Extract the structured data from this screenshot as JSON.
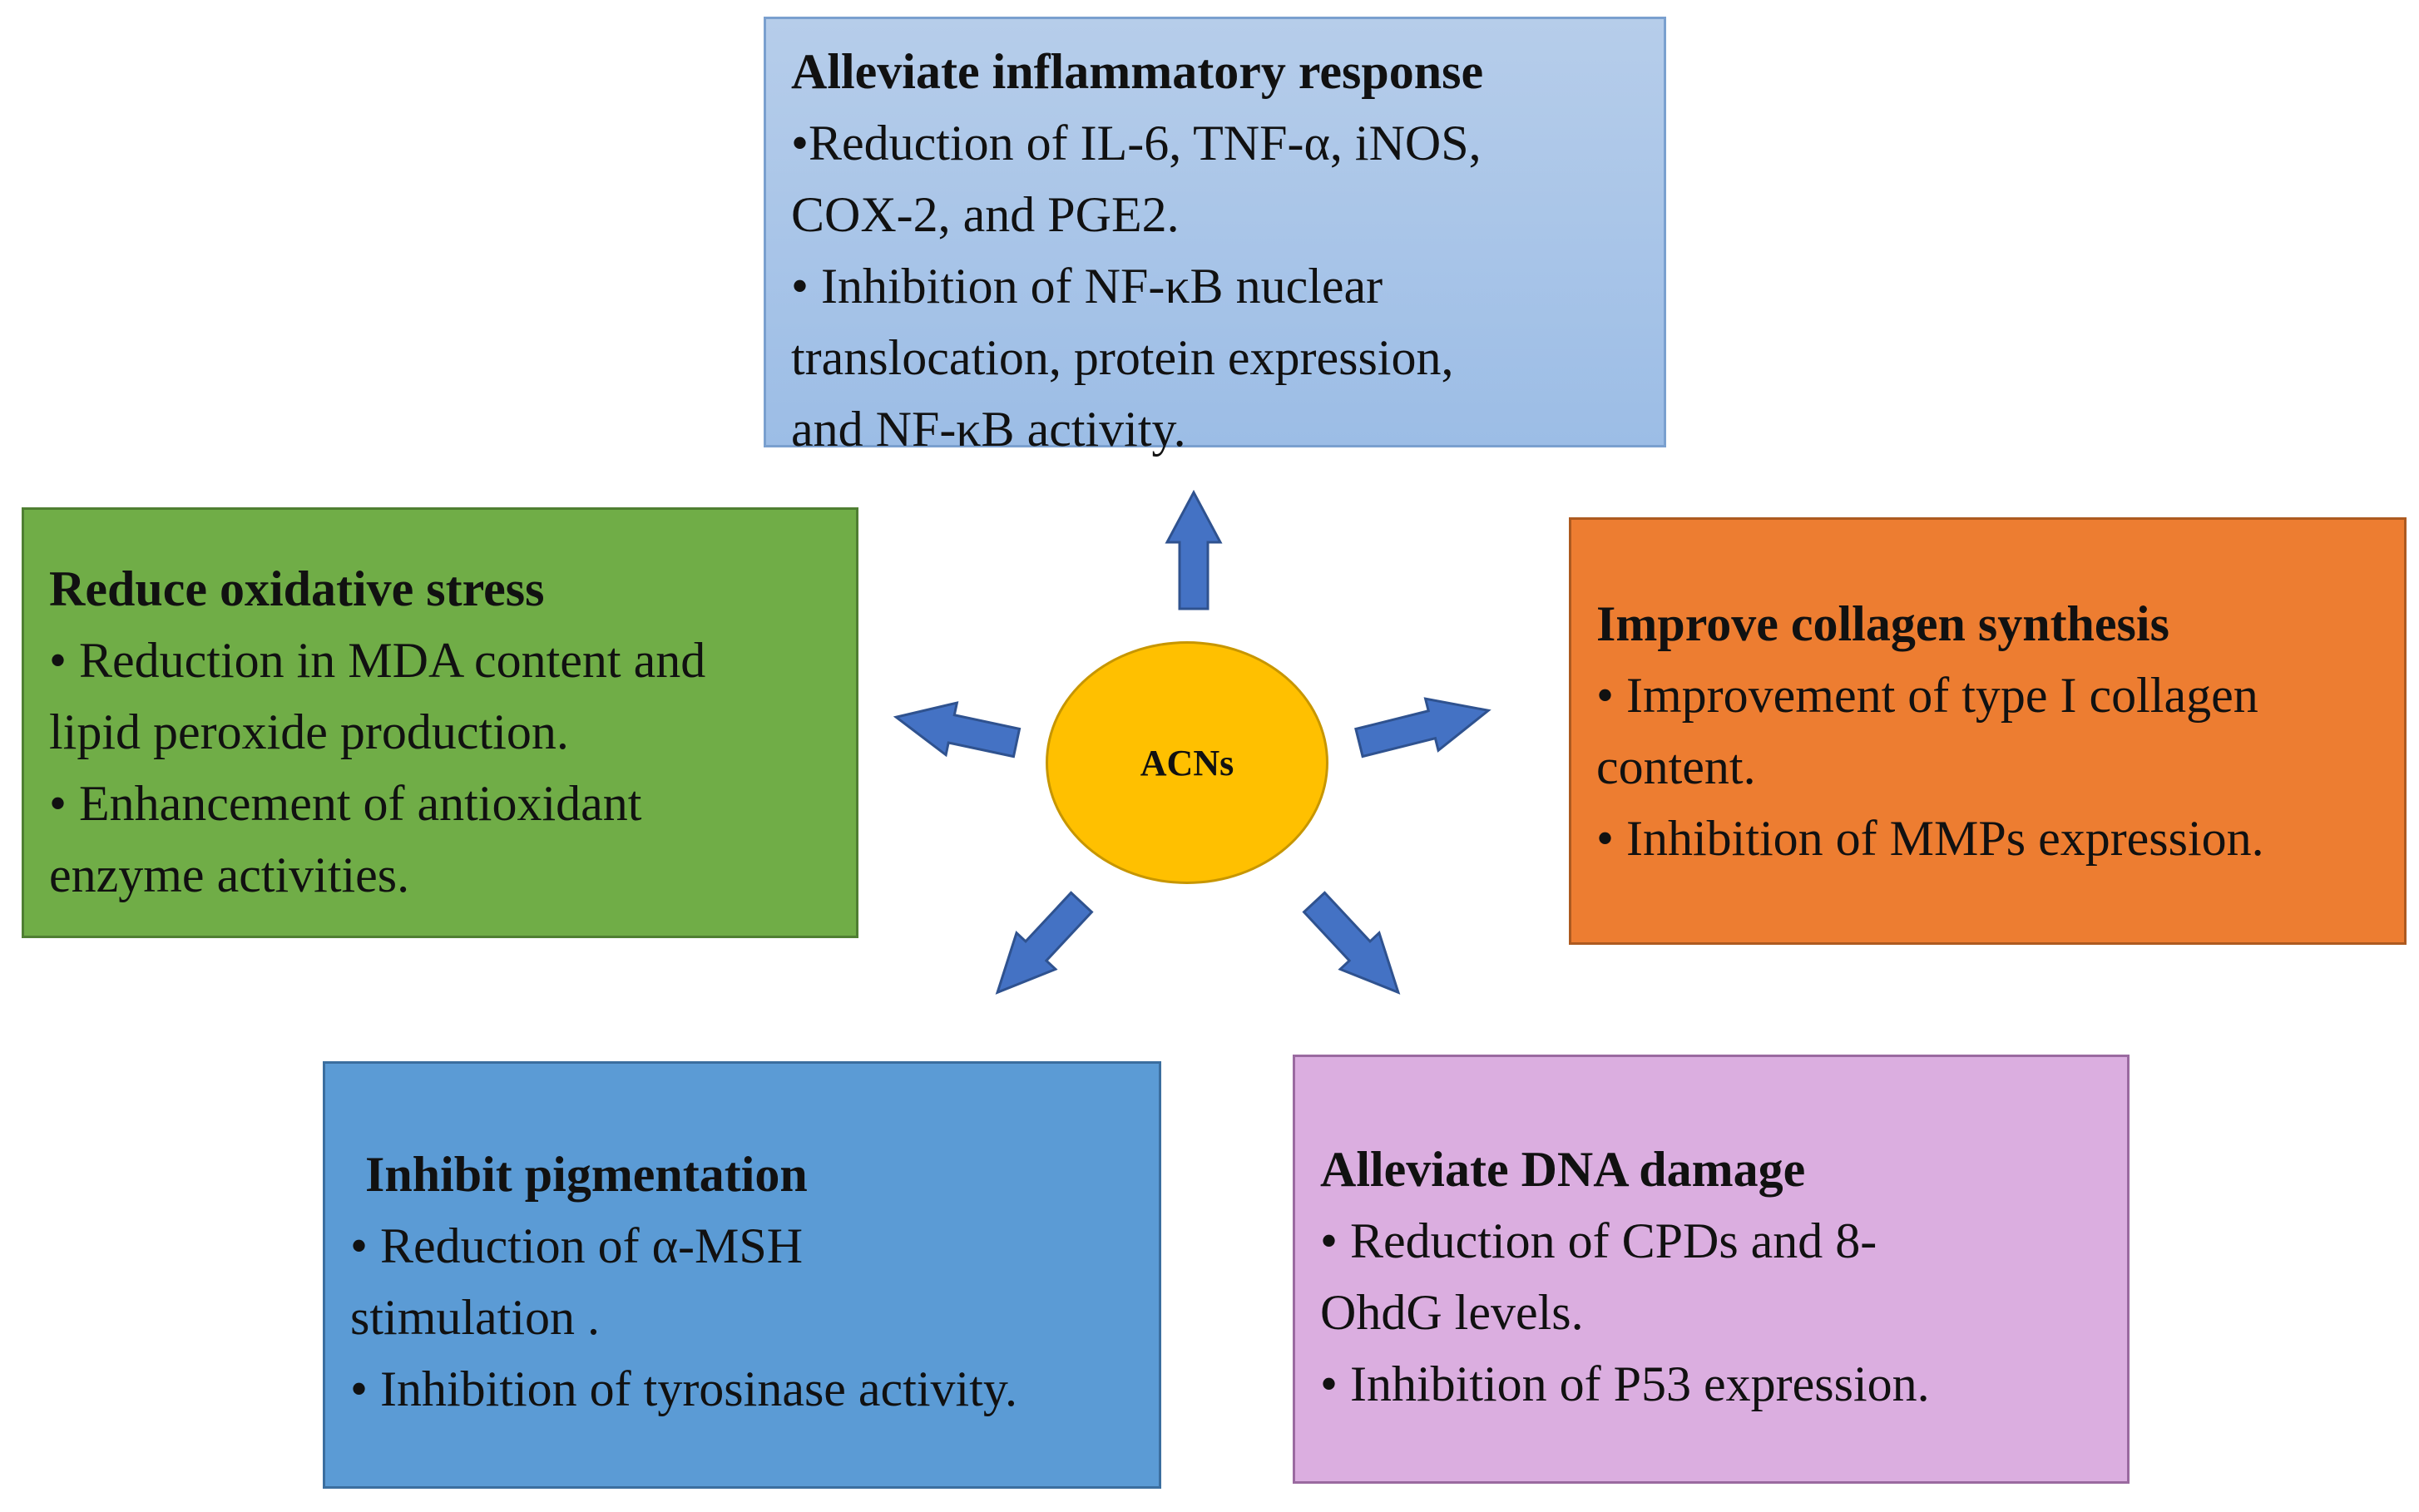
{
  "center": {
    "label": "ACNs"
  },
  "boxes": {
    "inflammatory": {
      "title": "Alleviate inflammatory  response",
      "lines": [
        "•Reduction of IL-6, TNF-α, iNOS,",
        "COX-2,  and PGE2.",
        "• Inhibition  of  NF-κB nuclear",
        "translocation, protein expression,",
        "and NF-κB activity."
      ]
    },
    "oxidative": {
      "title": "Reduce oxidative stress",
      "lines": [
        "• Reduction in MDA content and",
        "lipid peroxide production.",
        "• Enhancement of antioxidant",
        "enzyme activities."
      ]
    },
    "collagen": {
      "title": "Improve  collagen synthesis",
      "lines": [
        "• Improvement of type I collagen",
        "content.",
        "• Inhibition of MMPs expression."
      ]
    },
    "pigmentation": {
      "title": "Inhibit pigmentation",
      "lines": [
        "• Reduction of α-MSH",
        "stimulation  .",
        "• Inhibition of tyrosinase activity."
      ]
    },
    "dna": {
      "title": "Alleviate DNA damage",
      "lines": [
        "• Reduction of CPDs and 8-",
        "OhdG levels.",
        "• Inhibition of P53 expression."
      ]
    }
  },
  "colors": {
    "arrow_fill": "#4472c4",
    "arrow_stroke": "#2f528f",
    "center_fill": "#ffc000"
  }
}
